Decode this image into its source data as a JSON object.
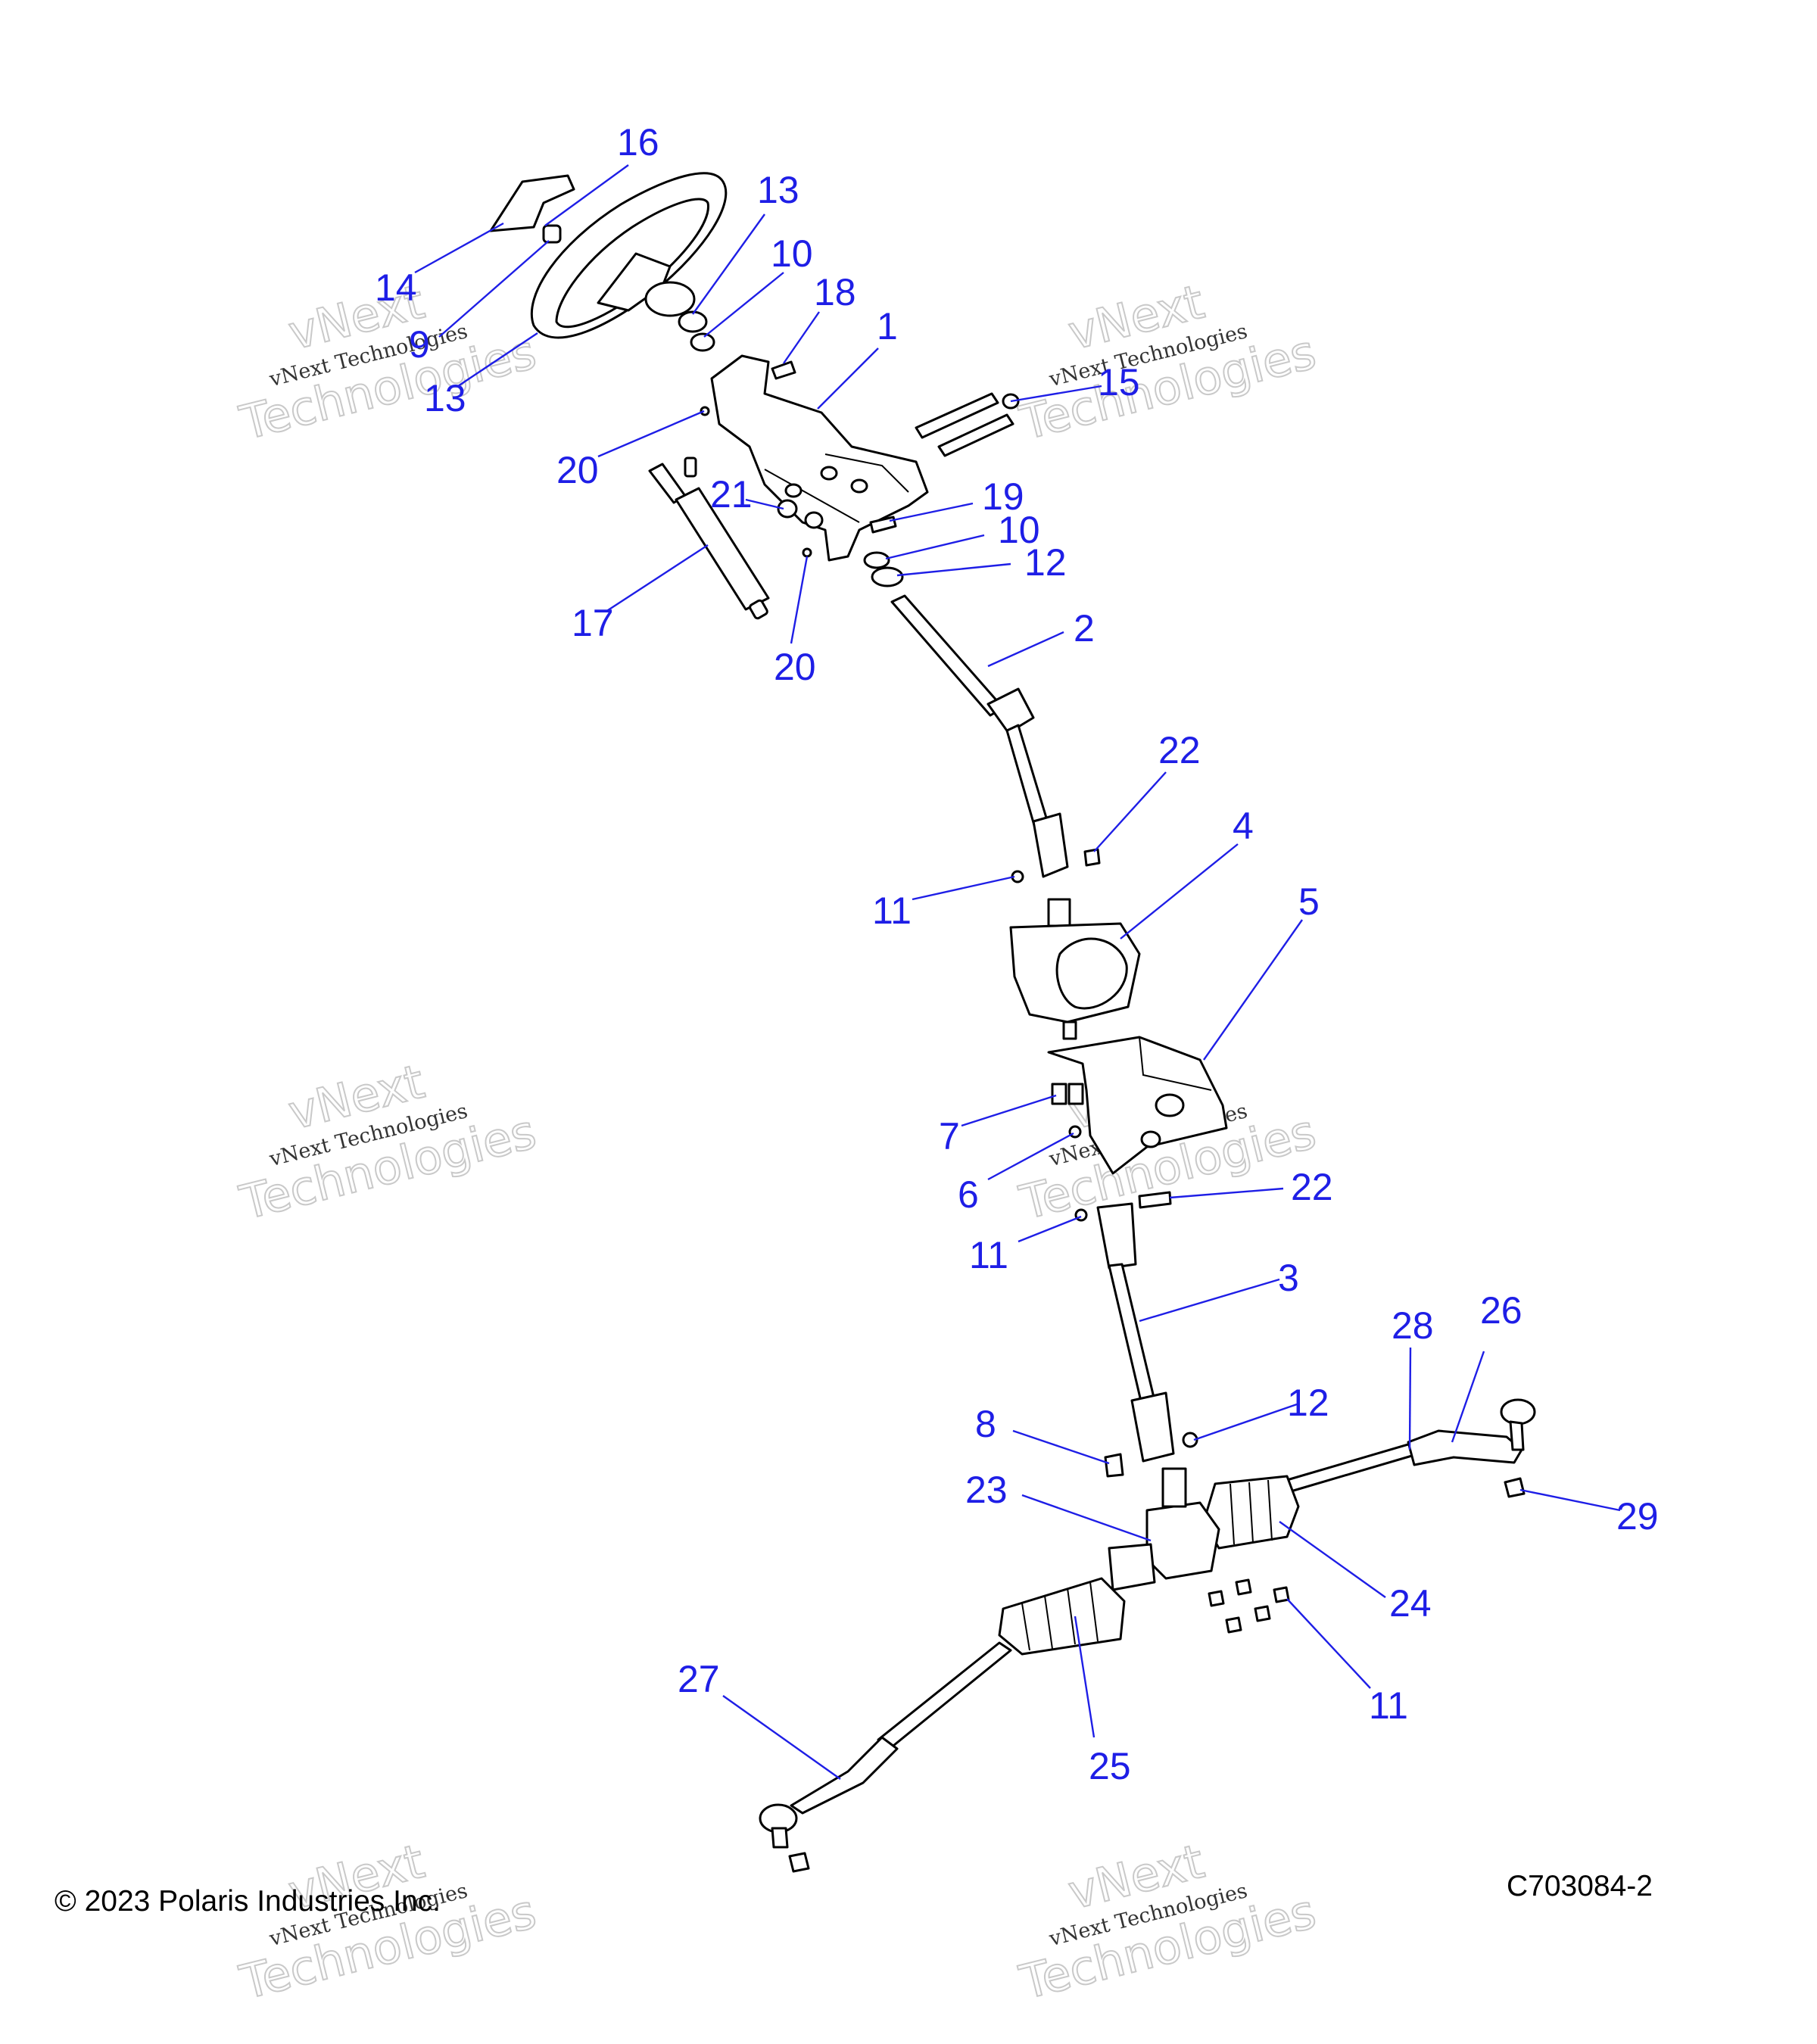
{
  "copyright": "© 2023 Polaris Industries Inc.",
  "diagram_id": "C703084-2",
  "watermark": {
    "line1": "vNext Technologies",
    "line2": "vNext",
    "line3": "Technologies"
  },
  "callouts": [
    "1",
    "2",
    "3",
    "4",
    "5",
    "6",
    "7",
    "8",
    "9",
    "10",
    "10",
    "11",
    "11",
    "11",
    "12",
    "13",
    "13",
    "14",
    "15",
    "16",
    "17",
    "18",
    "19",
    "19",
    "20",
    "20",
    "21",
    "22",
    "22",
    "23",
    "24",
    "25",
    "26",
    "27",
    "28",
    "29"
  ],
  "colors": {
    "callout": "#1e1ee6",
    "line_art": "#000000",
    "background": "#ffffff"
  }
}
